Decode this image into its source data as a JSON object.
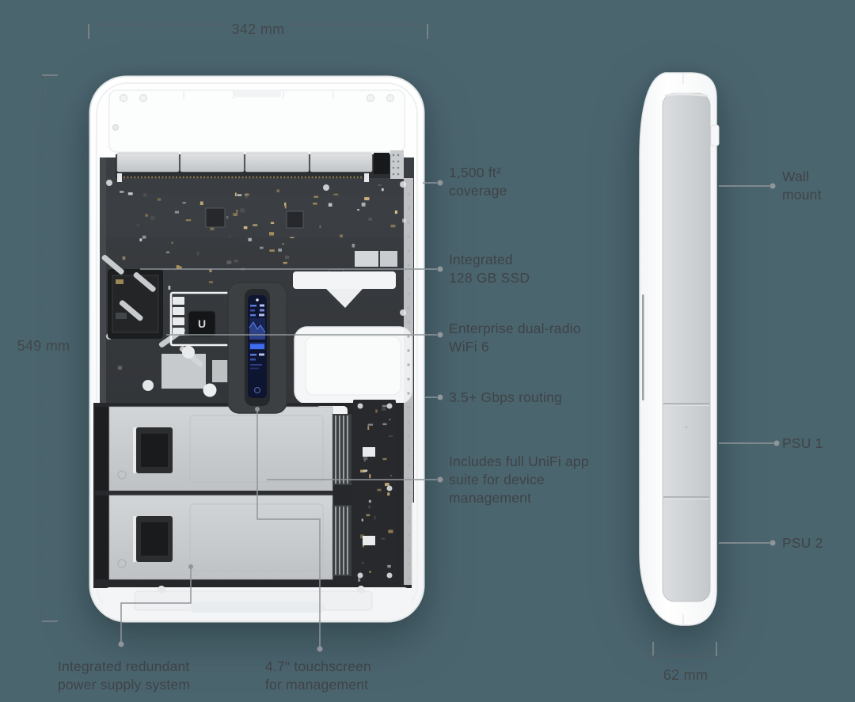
{
  "page": {
    "background_color": "#4b656f",
    "label_color": "#3e4347",
    "leader_color": "#8f9599"
  },
  "dimensions": {
    "width": "342 mm",
    "height": "549 mm",
    "depth": "62 mm"
  },
  "callouts": {
    "coverage": [
      "1,500 ft²",
      "coverage"
    ],
    "ssd": [
      "Integrated",
      "128 GB SSD"
    ],
    "wifi": [
      "Enterprise dual-radio",
      "WiFi 6"
    ],
    "routing": [
      "3.5+ Gbps routing"
    ],
    "unifi_app": [
      "Includes full UniFi app",
      "suite for device",
      "management"
    ],
    "psu_system": [
      "Integrated redundant",
      "power supply system"
    ],
    "touchscreen": [
      "4.7\" touchscreen",
      "for management"
    ],
    "wall_mount": [
      "Wall",
      "mount"
    ],
    "psu1": [
      "PSU 1"
    ],
    "psu2": [
      "PSU 2"
    ]
  },
  "device": {
    "chip_logo": "U",
    "screen_accent_color": "#3f6df0"
  }
}
